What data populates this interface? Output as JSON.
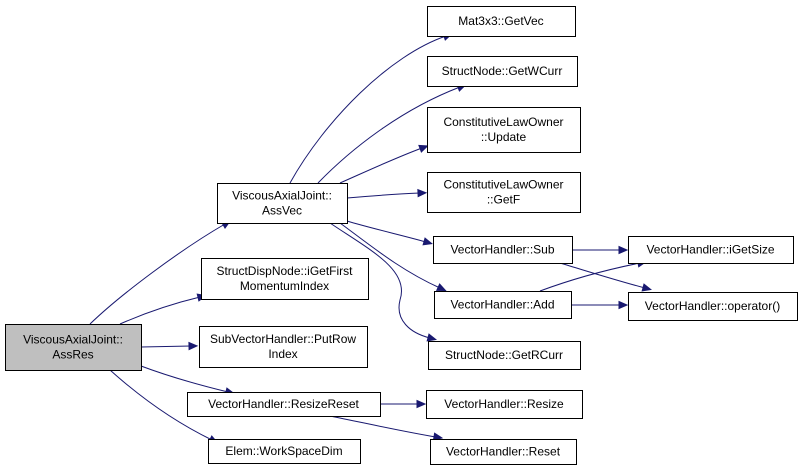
{
  "nodes": [
    {
      "id": "root",
      "lines": [
        "ViscousAxialJoint::",
        "AssRes"
      ],
      "root": true,
      "clickable": false
    },
    {
      "id": "assvec",
      "lines": [
        "ViscousAxialJoint::",
        "AssVec"
      ],
      "clickable": true
    },
    {
      "id": "igetfirst",
      "lines": [
        "StructDispNode::iGetFirst",
        "MomentumIndex"
      ],
      "clickable": true
    },
    {
      "id": "putrow",
      "lines": [
        "SubVectorHandler::PutRow",
        "Index"
      ],
      "clickable": true
    },
    {
      "id": "resizereset",
      "lines": [
        "VectorHandler::ResizeReset"
      ],
      "clickable": true
    },
    {
      "id": "workspacedim",
      "lines": [
        "Elem::WorkSpaceDim"
      ],
      "clickable": true
    },
    {
      "id": "getvec",
      "lines": [
        "Mat3x3::GetVec"
      ],
      "clickable": true
    },
    {
      "id": "getwcurr",
      "lines": [
        "StructNode::GetWCurr"
      ],
      "clickable": true
    },
    {
      "id": "update",
      "lines": [
        "ConstitutiveLawOwner",
        "::Update"
      ],
      "clickable": true
    },
    {
      "id": "getf",
      "lines": [
        "ConstitutiveLawOwner",
        "::GetF"
      ],
      "clickable": true
    },
    {
      "id": "sub",
      "lines": [
        "VectorHandler::Sub"
      ],
      "clickable": true
    },
    {
      "id": "add",
      "lines": [
        "VectorHandler::Add"
      ],
      "clickable": true
    },
    {
      "id": "getrcurr",
      "lines": [
        "StructNode::GetRCurr"
      ],
      "clickable": true
    },
    {
      "id": "resize",
      "lines": [
        "VectorHandler::Resize"
      ],
      "clickable": true
    },
    {
      "id": "reset",
      "lines": [
        "VectorHandler::Reset"
      ],
      "clickable": true
    },
    {
      "id": "igetsize",
      "lines": [
        "VectorHandler::iGetSize"
      ],
      "clickable": true
    },
    {
      "id": "operator",
      "lines": [
        "VectorHandler::operator()"
      ],
      "clickable": true
    }
  ],
  "edges": [
    {
      "from": "root",
      "to": "assvec"
    },
    {
      "from": "root",
      "to": "igetfirst"
    },
    {
      "from": "root",
      "to": "putrow"
    },
    {
      "from": "root",
      "to": "resizereset"
    },
    {
      "from": "root",
      "to": "workspacedim"
    },
    {
      "from": "assvec",
      "to": "getvec"
    },
    {
      "from": "assvec",
      "to": "getwcurr"
    },
    {
      "from": "assvec",
      "to": "update"
    },
    {
      "from": "assvec",
      "to": "getf"
    },
    {
      "from": "assvec",
      "to": "sub"
    },
    {
      "from": "assvec",
      "to": "add"
    },
    {
      "from": "assvec",
      "to": "getrcurr"
    },
    {
      "from": "sub",
      "to": "igetsize"
    },
    {
      "from": "sub",
      "to": "operator"
    },
    {
      "from": "add",
      "to": "igetsize"
    },
    {
      "from": "add",
      "to": "operator"
    },
    {
      "from": "resizereset",
      "to": "resize"
    },
    {
      "from": "resizereset",
      "to": "reset"
    }
  ]
}
